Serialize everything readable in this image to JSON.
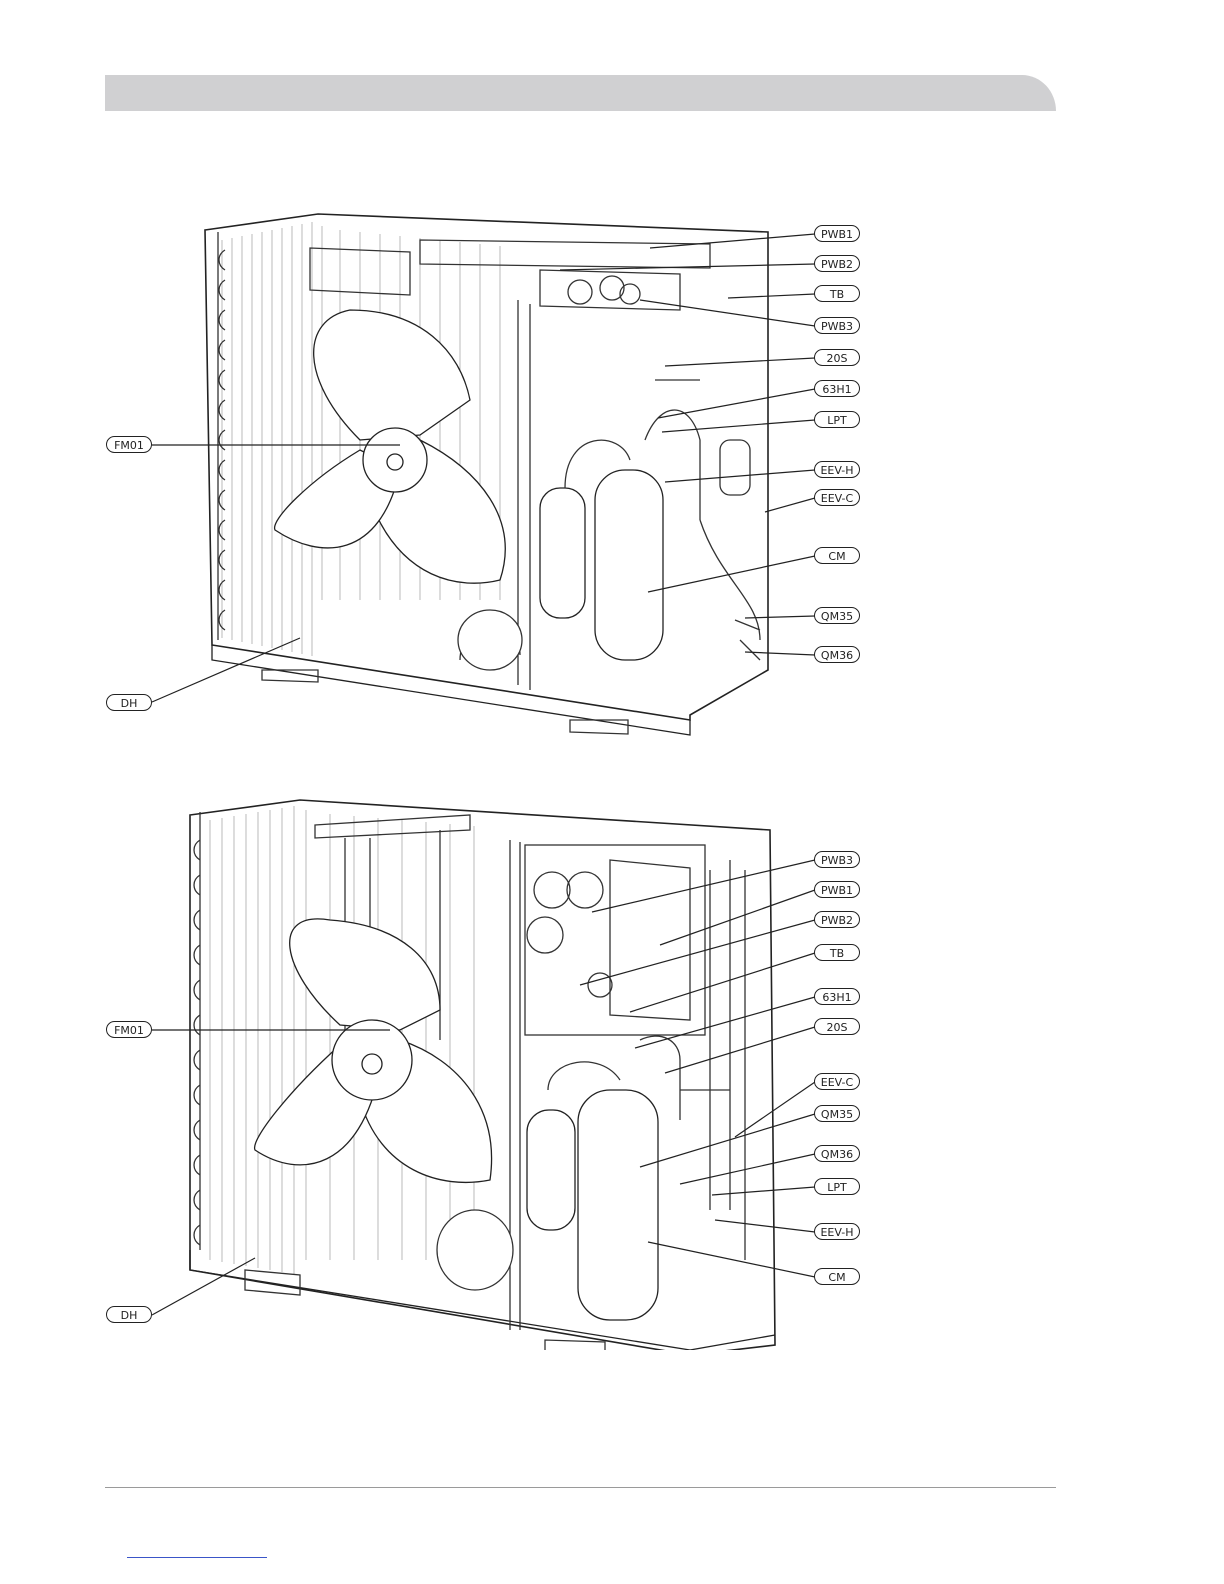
{
  "diagrams": [
    {
      "id": "top",
      "callouts_right": [
        "PWB1",
        "PWB2",
        "TB",
        "PWB3",
        "20S",
        "63H1",
        "LPT",
        "EEV-H",
        "EEV-C",
        "CM",
        "QM35",
        "QM36"
      ],
      "callouts_left": [
        "FM01",
        "DH"
      ]
    },
    {
      "id": "bottom",
      "callouts_right": [
        "PWB3",
        "PWB1",
        "PWB2",
        "TB",
        "63H1",
        "20S",
        "EEV-C",
        "QM35",
        "QM36",
        "LPT",
        "EEV-H",
        "CM"
      ],
      "callouts_left": [
        "FM01",
        "DH"
      ]
    }
  ],
  "colors": {
    "header_band": "#d0d0d2",
    "line": "#222222",
    "footer_link": "#3a55c8"
  }
}
